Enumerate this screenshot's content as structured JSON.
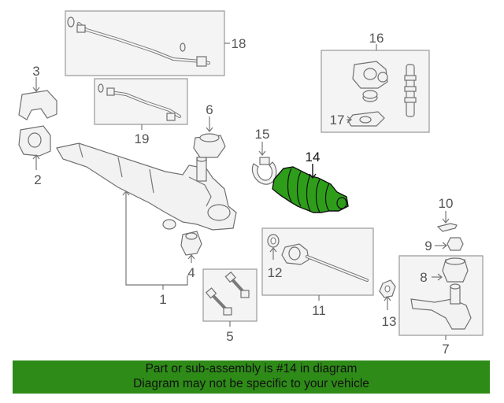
{
  "diagram": {
    "callouts": {
      "c1": "1",
      "c2": "2",
      "c3": "3",
      "c4": "4",
      "c5": "5",
      "c6": "6",
      "c7": "7",
      "c8": "8",
      "c9": "9",
      "c10": "10",
      "c11": "11",
      "c12": "12",
      "c13": "13",
      "c14": "14",
      "c15": "15",
      "c16": "16",
      "c17": "17",
      "c18": "18",
      "c19": "19"
    },
    "highlighted_part": "14",
    "highlight_color": "#2e9e1a"
  },
  "banner": {
    "line1": "Part or sub-assembly is #14 in diagram",
    "line2": "Diagram may not be specific to your vehicle",
    "background": "#2e8b18"
  }
}
